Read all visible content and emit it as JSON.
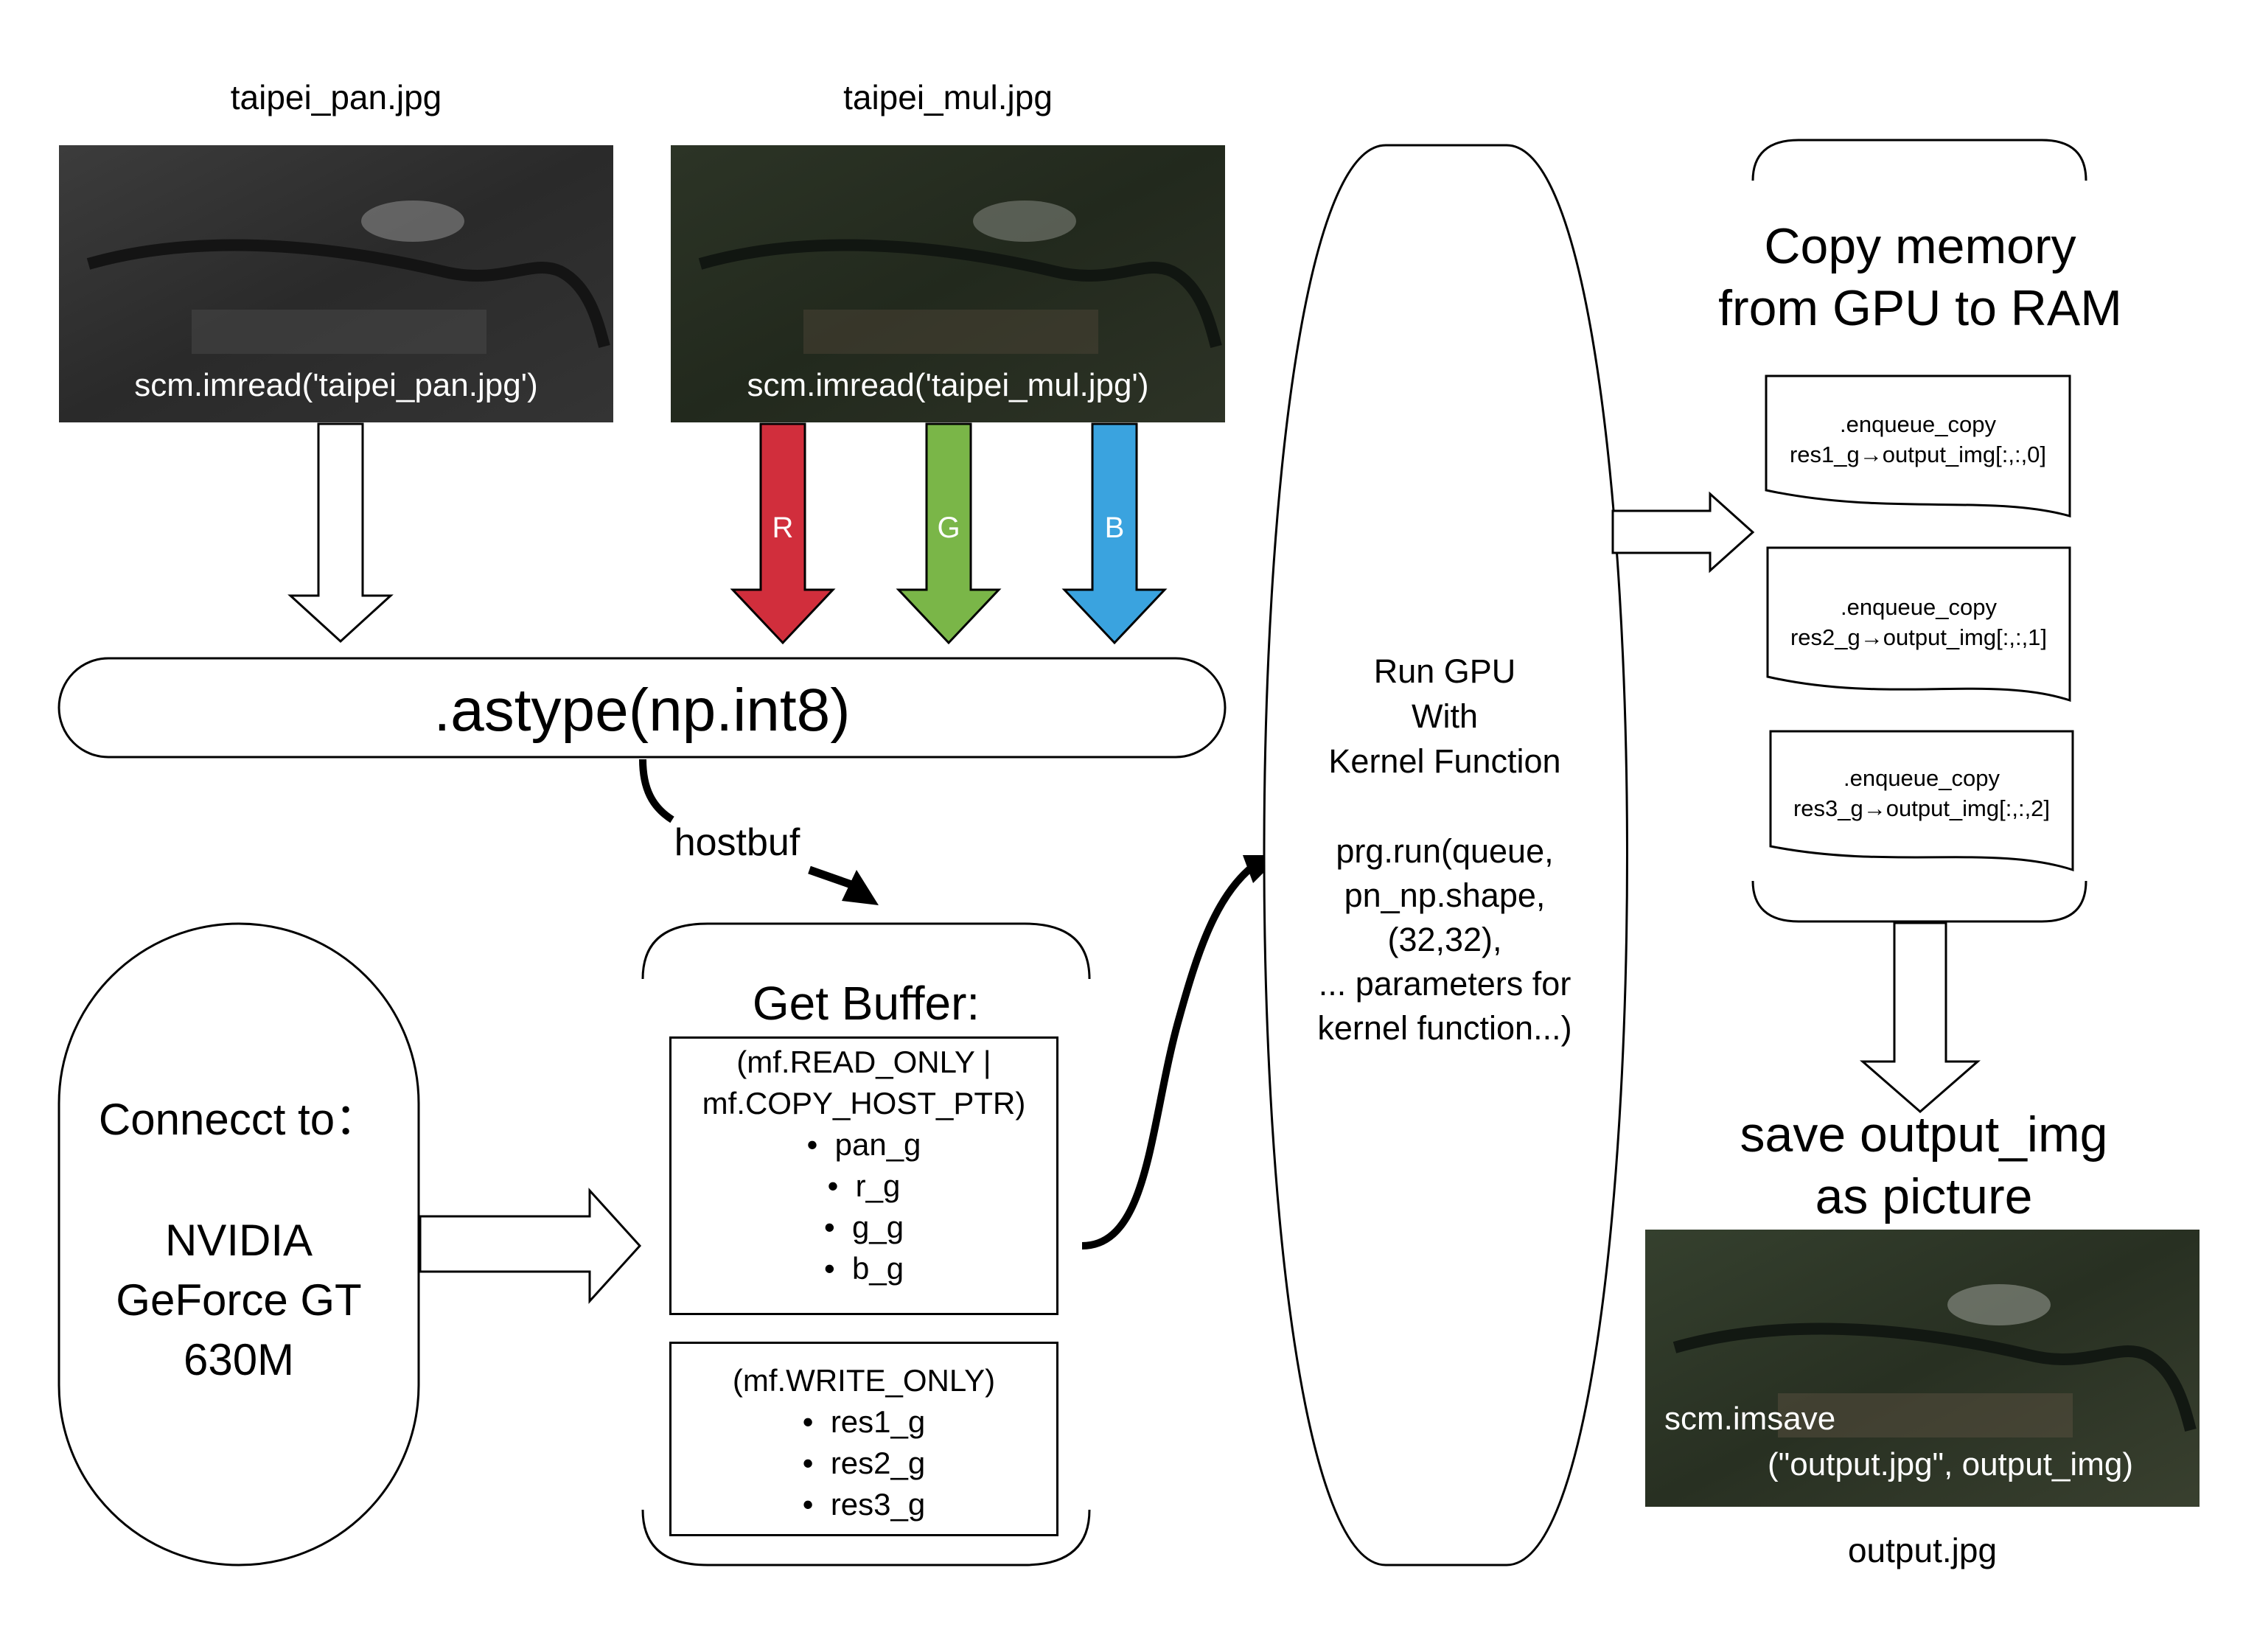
{
  "inputs": {
    "pan": {
      "filename": "taipei_pan.jpg",
      "code": "scm.imread('taipei_pan.jpg')"
    },
    "mul": {
      "filename": "taipei_mul.jpg",
      "code": "scm.imread('taipei_mul.jpg')"
    }
  },
  "channels": [
    {
      "label": "R",
      "color": "#d12e3c"
    },
    {
      "label": "G",
      "color": "#7ab648"
    },
    {
      "label": "B",
      "color": "#3aa3df"
    }
  ],
  "astype": {
    "label": ".astype(np.int8)"
  },
  "hostbuf": {
    "label": "hostbuf"
  },
  "connect": {
    "line1": "Connecct to：",
    "line2": "NVIDIA",
    "line3": "GeForce GT",
    "line4": "630M"
  },
  "buffer": {
    "title": "Get Buffer:",
    "read": {
      "line1": "(mf.READ_ONLY |",
      "line2": "mf.COPY_HOST_PTR)",
      "items": [
        "pan_g",
        "r_g",
        "g_g",
        "b_g"
      ]
    },
    "write": {
      "line1": "(mf.WRITE_ONLY)",
      "items": [
        "res1_g",
        "res2_g",
        "res3_g"
      ]
    }
  },
  "gpu": {
    "line1": "Run GPU",
    "line2": "With",
    "line3": "Kernel Function",
    "line4": "prg.run(queue,",
    "line5": "pn_np.shape,",
    "line6": "(32,32),",
    "line7": "... parameters for",
    "line8": "kernel function...)"
  },
  "copy": {
    "title1": "Copy memory",
    "title2": "from GPU to RAM",
    "docs": [
      {
        "line1": ".enqueue_copy",
        "line2": "res1_g→output_img[:,:,0]"
      },
      {
        "line1": ".enqueue_copy",
        "line2": "res2_g→output_img[:,:,1]"
      },
      {
        "line1": ".enqueue_copy",
        "line2": "res3_g→output_img[:,:,2]"
      }
    ]
  },
  "save": {
    "title1": "save output_img",
    "title2": "as picture",
    "code1": "scm.imsave",
    "code2": "(\"output.jpg\", output_img)",
    "filename": "output.jpg"
  }
}
